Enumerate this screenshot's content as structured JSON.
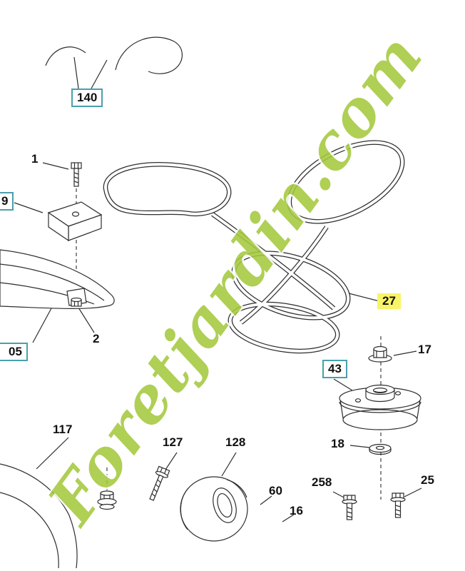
{
  "watermark": {
    "text": "Foretjardin.com",
    "color": "#a4c93e"
  },
  "colors": {
    "box_border": "#4a9fae",
    "highlight": "#f8f467",
    "line": "#2e2e2e"
  },
  "labels": {
    "p140": "140",
    "p1": "1",
    "p9": "9",
    "p2": "2",
    "p105": "05",
    "p27": "27",
    "p43": "43",
    "p17": "17",
    "p18": "18",
    "p117": "117",
    "p127": "127",
    "p128": "128",
    "p60": "60",
    "p16": "16",
    "p258": "258",
    "p25": "25"
  },
  "parts": {
    "belt": "drive-belt",
    "pulley": "idler-pulley",
    "nut_top": "flange-nut",
    "washer": "flat-washer",
    "bolt_1": "hex-bolt",
    "bracket": "mounting-bracket",
    "nut_2": "hex-nut",
    "guard": "belt-guard",
    "deck": "deck-edge",
    "nut_117": "flange-nut-with-washer",
    "bolt_127": "hex-bolt",
    "wheel": "gauge-wheel",
    "bolt_258": "hex-bolt",
    "bolt_25": "hex-bolt"
  }
}
